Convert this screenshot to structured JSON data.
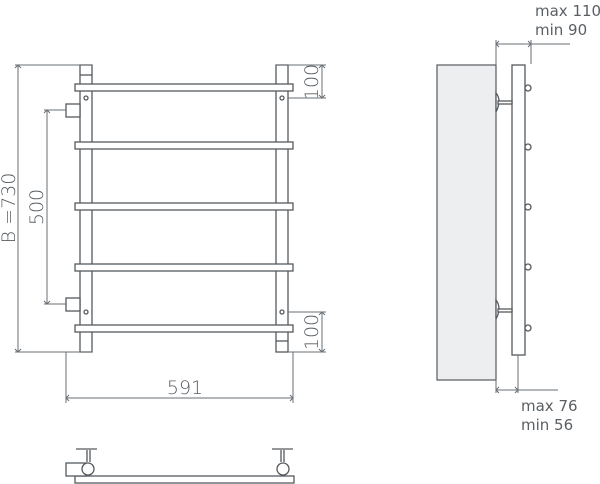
{
  "front_view": {
    "height_label": "B =730",
    "axis_distance_label": "500",
    "width_label": "591",
    "top_offset_label": "100",
    "bottom_offset_label": "100",
    "rungs": 5
  },
  "side_view": {
    "top_distance": {
      "max": "max 110",
      "min": "min 90"
    },
    "bottom_distance": {
      "max": "max 76",
      "min": "min 56"
    }
  },
  "colors": {
    "line": "#555a5f",
    "wall_fill": "#eceef0",
    "text": "#5a5f64"
  }
}
